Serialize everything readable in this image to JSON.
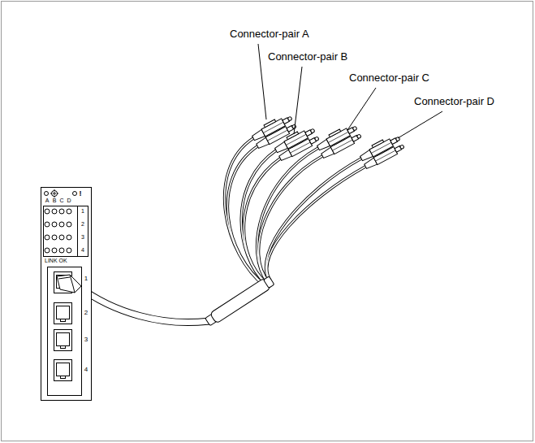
{
  "diagram": {
    "labels": [
      "Connector-pair A",
      "Connector-pair B",
      "Connector-pair C",
      "Connector-pair D",
      "!",
      "A",
      "B",
      "C",
      "D",
      "1",
      "2",
      "3",
      "4",
      "LINK OK",
      "1",
      "2",
      "3",
      "4"
    ]
  }
}
